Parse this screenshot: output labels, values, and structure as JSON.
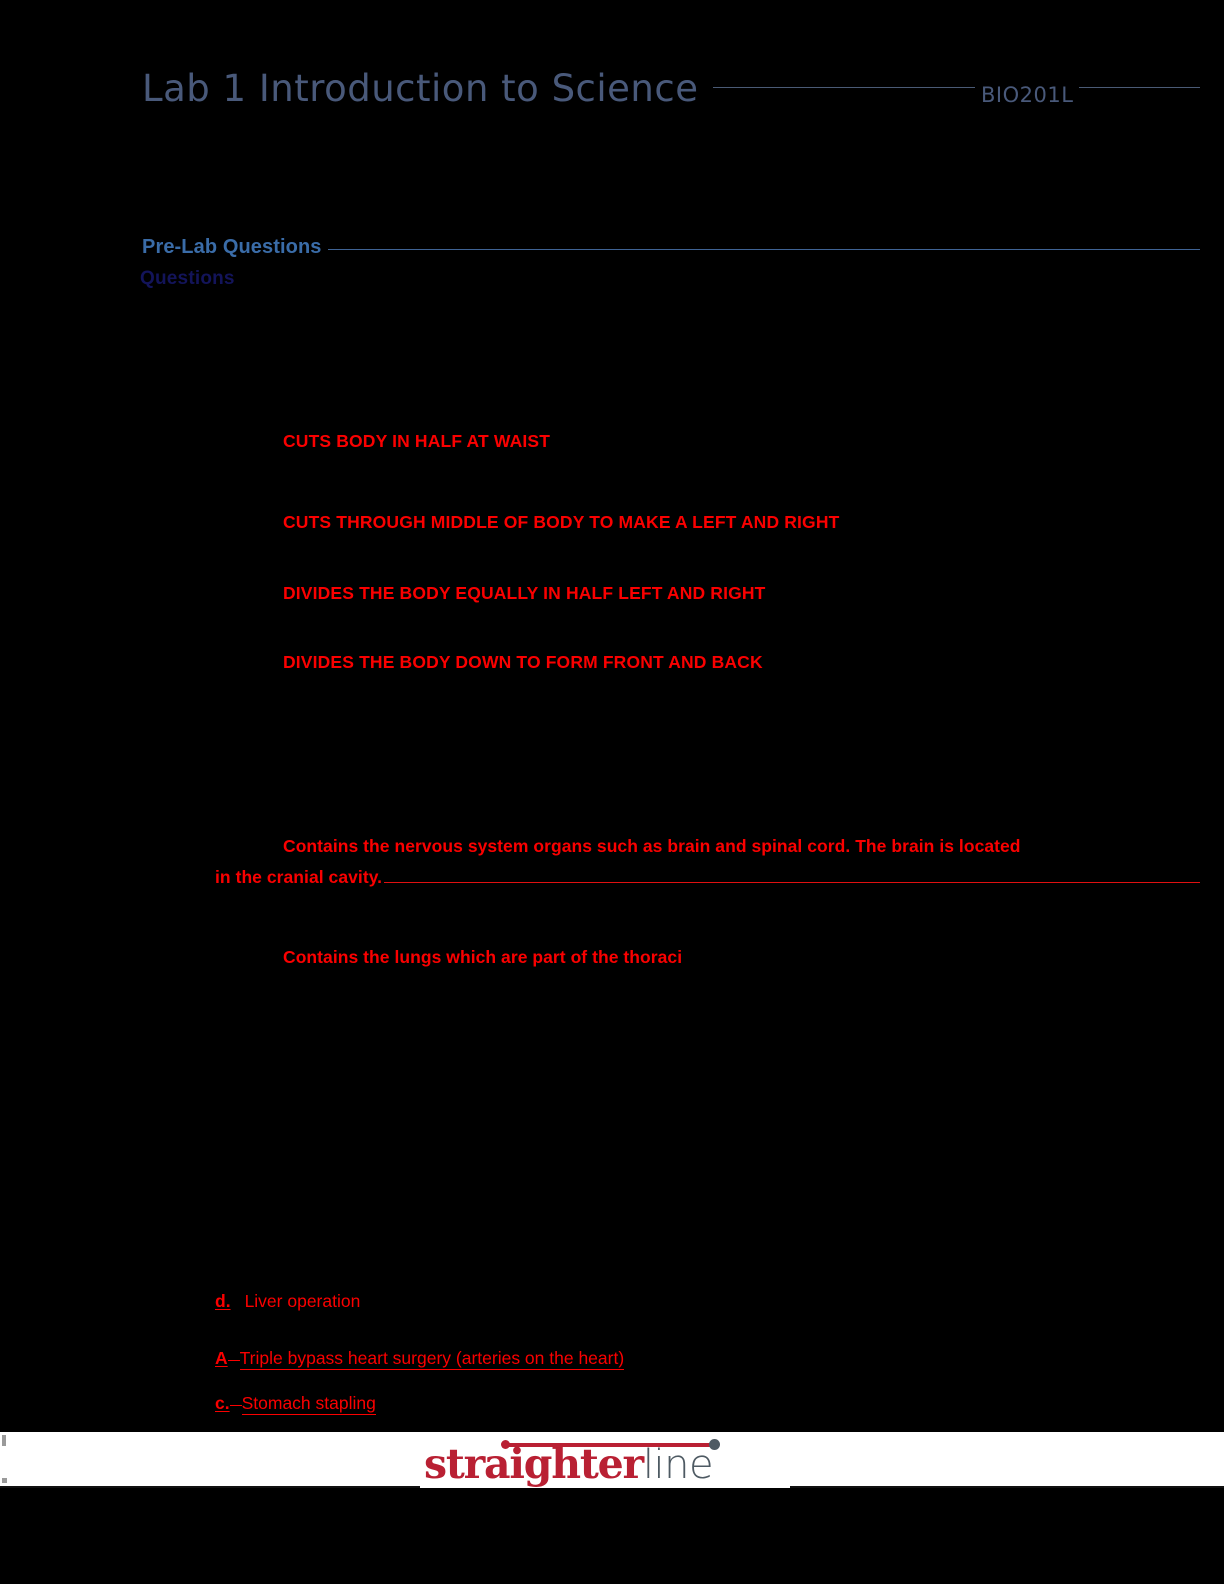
{
  "header": {
    "title": "Lab 1 Introduction to Science",
    "course_code": "BIO201L"
  },
  "section": {
    "title": "Pre-Lab Questions",
    "subtitle": "Questions"
  },
  "answers": {
    "plane_definitions": [
      "CUTS BODY IN HALF AT WAIST",
      "CUTS THROUGH MIDDLE OF BODY TO MAKE A LEFT AND RIGHT",
      "DIVIDES THE BODY EQUALLY IN HALF LEFT AND RIGHT",
      "DIVIDES THE BODY DOWN TO FORM FRONT AND BACK"
    ],
    "cavity_paragraph": {
      "line1": "Contains the nervous system organs such as brain and spinal cord. The brain is located",
      "line2": "in the cranial cavity."
    },
    "thoracic_note": "Contains the lungs which are part of the thoraci"
  },
  "options": [
    {
      "key": "d.",
      "text": "Liver operation"
    },
    {
      "key": "A",
      "text": "Triple bypass heart surgery (arteries on the heart)"
    },
    {
      "key": "c.",
      "text": "Stomach stapling"
    }
  ],
  "footer": {
    "logo_primary": "straighter",
    "logo_secondary": "line"
  },
  "colors": {
    "background": "#000000",
    "answer_red": "#fa0000",
    "heading_blue": "#3a6ca8",
    "subheading_blue": "#13145a",
    "title_slate": "#49597a",
    "logo_red": "#b92033",
    "logo_gray": "#4e5a63"
  }
}
